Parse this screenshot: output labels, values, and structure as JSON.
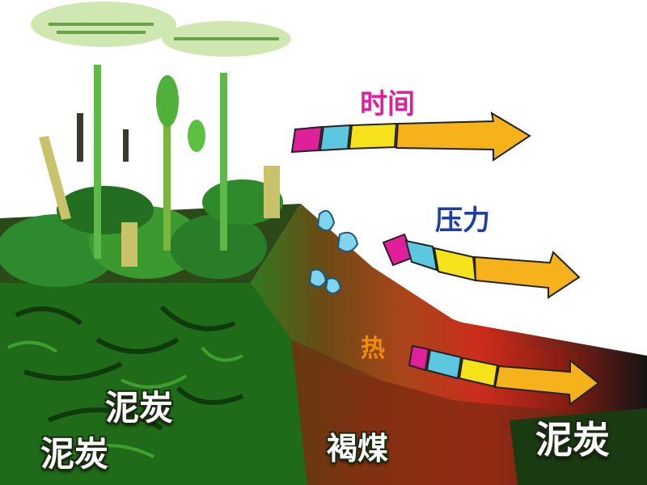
{
  "arrows": {
    "time_label": "时间",
    "pressure_label": "压力",
    "heat_label": "热"
  },
  "layers": {
    "peat_upper": "泥炭",
    "peat_lower": "泥炭",
    "lignite": "褐煤",
    "coal": "泥炭"
  },
  "colors": {
    "magenta": "#e0209a",
    "cyan": "#5cc8e0",
    "yellow": "#f5e21a",
    "arrow_orange": "#f6b21a",
    "vegetation_green": "#2e8a2e",
    "soil_green": "#1f6b1a",
    "lignite_brown": "#8a3a14",
    "hot_red": "#c8281a",
    "coal_black": "#141414"
  }
}
